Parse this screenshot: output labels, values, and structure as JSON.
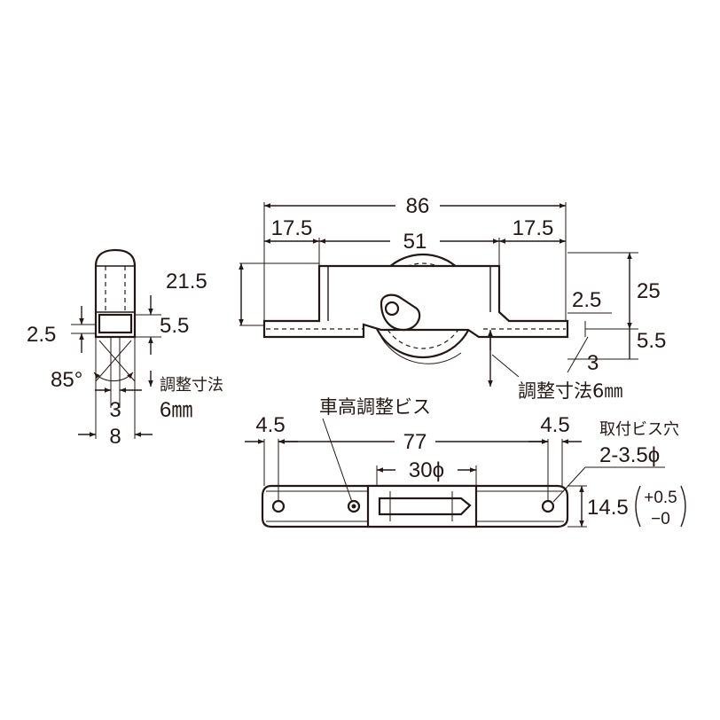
{
  "labels": {
    "overall_width": "86",
    "left_offset": "17.5",
    "center_width": "51",
    "right_offset": "17.5",
    "height_left": "21.5",
    "height_right": "25",
    "tab_25": "2.5",
    "tab_55": "5.5",
    "gap_3": "3",
    "adjust_right": "調整寸法6㎜",
    "side_25": "2.5",
    "side_55": "5.5",
    "side_angle": "85°",
    "side_adjust_1": "調整寸法",
    "side_adjust_2": "6㎜",
    "side_3": "3",
    "side_8": "8",
    "screw_title": "車高調整ビス",
    "bottom_45_left": "4.5",
    "bottom_77": "77",
    "bottom_45_right": "4.5",
    "wheel_dia": "30ϕ",
    "mount_hole_1": "取付ビス穴",
    "mount_hole_2": "2-3.5ϕ",
    "depth": "14.5",
    "tol_plus": "+0.5",
    "tol_minus": "−0"
  }
}
